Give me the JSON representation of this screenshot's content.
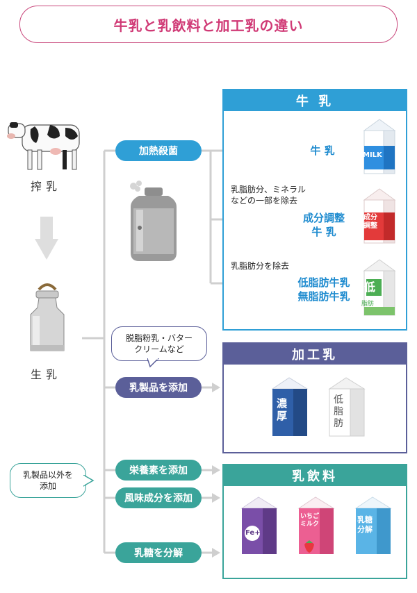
{
  "title": "牛乳と乳飲料と加工乳の違い",
  "stages": {
    "milking": "搾乳",
    "raw_milk": "生乳"
  },
  "steps": {
    "heat": "加熱殺菌",
    "add_dairy": "乳製品を添加",
    "add_nutrients": "栄養素を添加",
    "add_flavor": "風味成分を添加",
    "lactose": "乳糖を分解"
  },
  "bubbles": {
    "dairy_examples": [
      "脱脂粉乳・バター",
      "クリームなど"
    ],
    "non_dairy": [
      "乳製品以外を",
      "添加"
    ]
  },
  "sections": {
    "gyunyu": "牛 乳",
    "kakonyu": "加工乳",
    "nyuinryo": "乳飲料"
  },
  "gyunyu": {
    "result1": "牛 乳",
    "note2": [
      "乳脂肪分、ミネラル",
      "などの一部を除去"
    ],
    "result2": [
      "成分調整",
      "牛 乳"
    ],
    "note3": "乳脂肪分を除去",
    "result3": [
      "低脂肪牛乳",
      "無脂肪牛乳"
    ]
  },
  "cartons": {
    "milk": "MILK",
    "adjusted": [
      "成分",
      "調整"
    ],
    "lowfat": "低",
    "lowfat_sub": "脂肪",
    "rich": [
      "濃",
      "厚"
    ],
    "lowfat2": [
      "低",
      "脂",
      "肪"
    ],
    "fe": "Fe+",
    "strawberry": [
      "いちご",
      "ミルク"
    ],
    "lactose": [
      "乳糖",
      "分解"
    ]
  },
  "colors": {
    "title": "#d03a76",
    "blue": "#2f9fd6",
    "navy": "#5b5f99",
    "teal": "#3aa49a",
    "line": "#cccccc"
  }
}
